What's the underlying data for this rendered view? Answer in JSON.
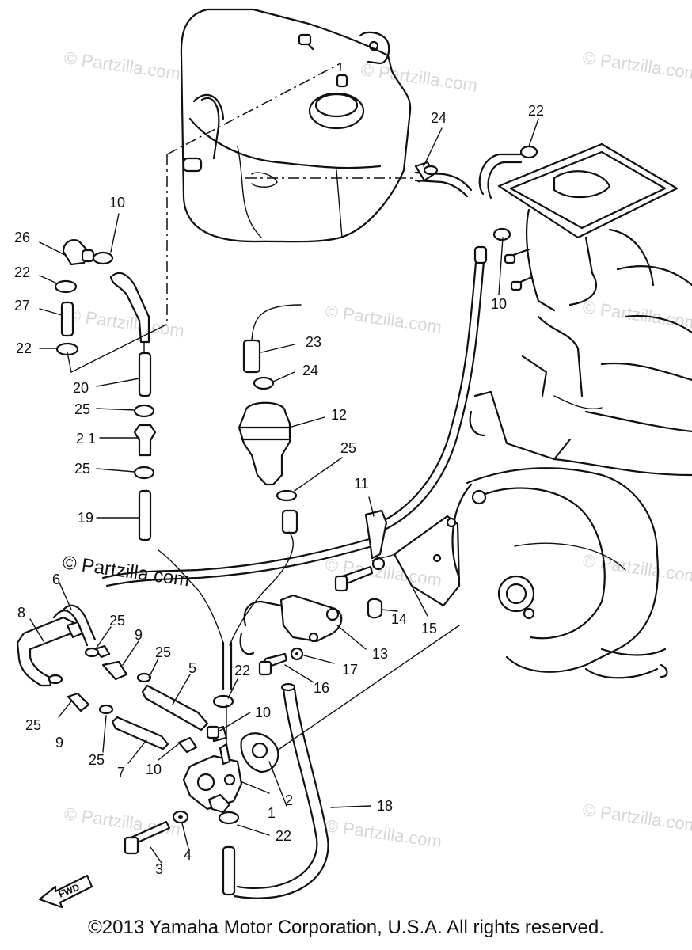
{
  "watermark": "© Partzilla.com",
  "fwd_label": "FWD",
  "copyright": "©2013 Yamaha Motor Corporation, U.S.A. All rights reserved.",
  "callouts": {
    "c1": "1",
    "c2": "2",
    "c3": "3",
    "c4": "4",
    "c5": "5",
    "c6": "6",
    "c7": "7",
    "c8": "8",
    "c9a": "9",
    "c9b": "9",
    "c10a": "10",
    "c10b": "10",
    "c10c": "10",
    "c10d": "10",
    "c11": "11",
    "c12": "12",
    "c13": "13",
    "c14": "14",
    "c15": "15",
    "c16": "16",
    "c17": "17",
    "c18": "18",
    "c19": "19",
    "c20": "20",
    "c21": "2 1",
    "c22a": "22",
    "c22b": "22",
    "c22c": "22",
    "c22d": "22",
    "c22e": "22",
    "c23": "23",
    "c24a": "24",
    "c24b": "24",
    "c25a": "25",
    "c25b": "25",
    "c25c": "25",
    "c25d": "25",
    "c25e": "25",
    "c25f": "25",
    "c25g": "25",
    "c26": "26",
    "c27": "27"
  }
}
